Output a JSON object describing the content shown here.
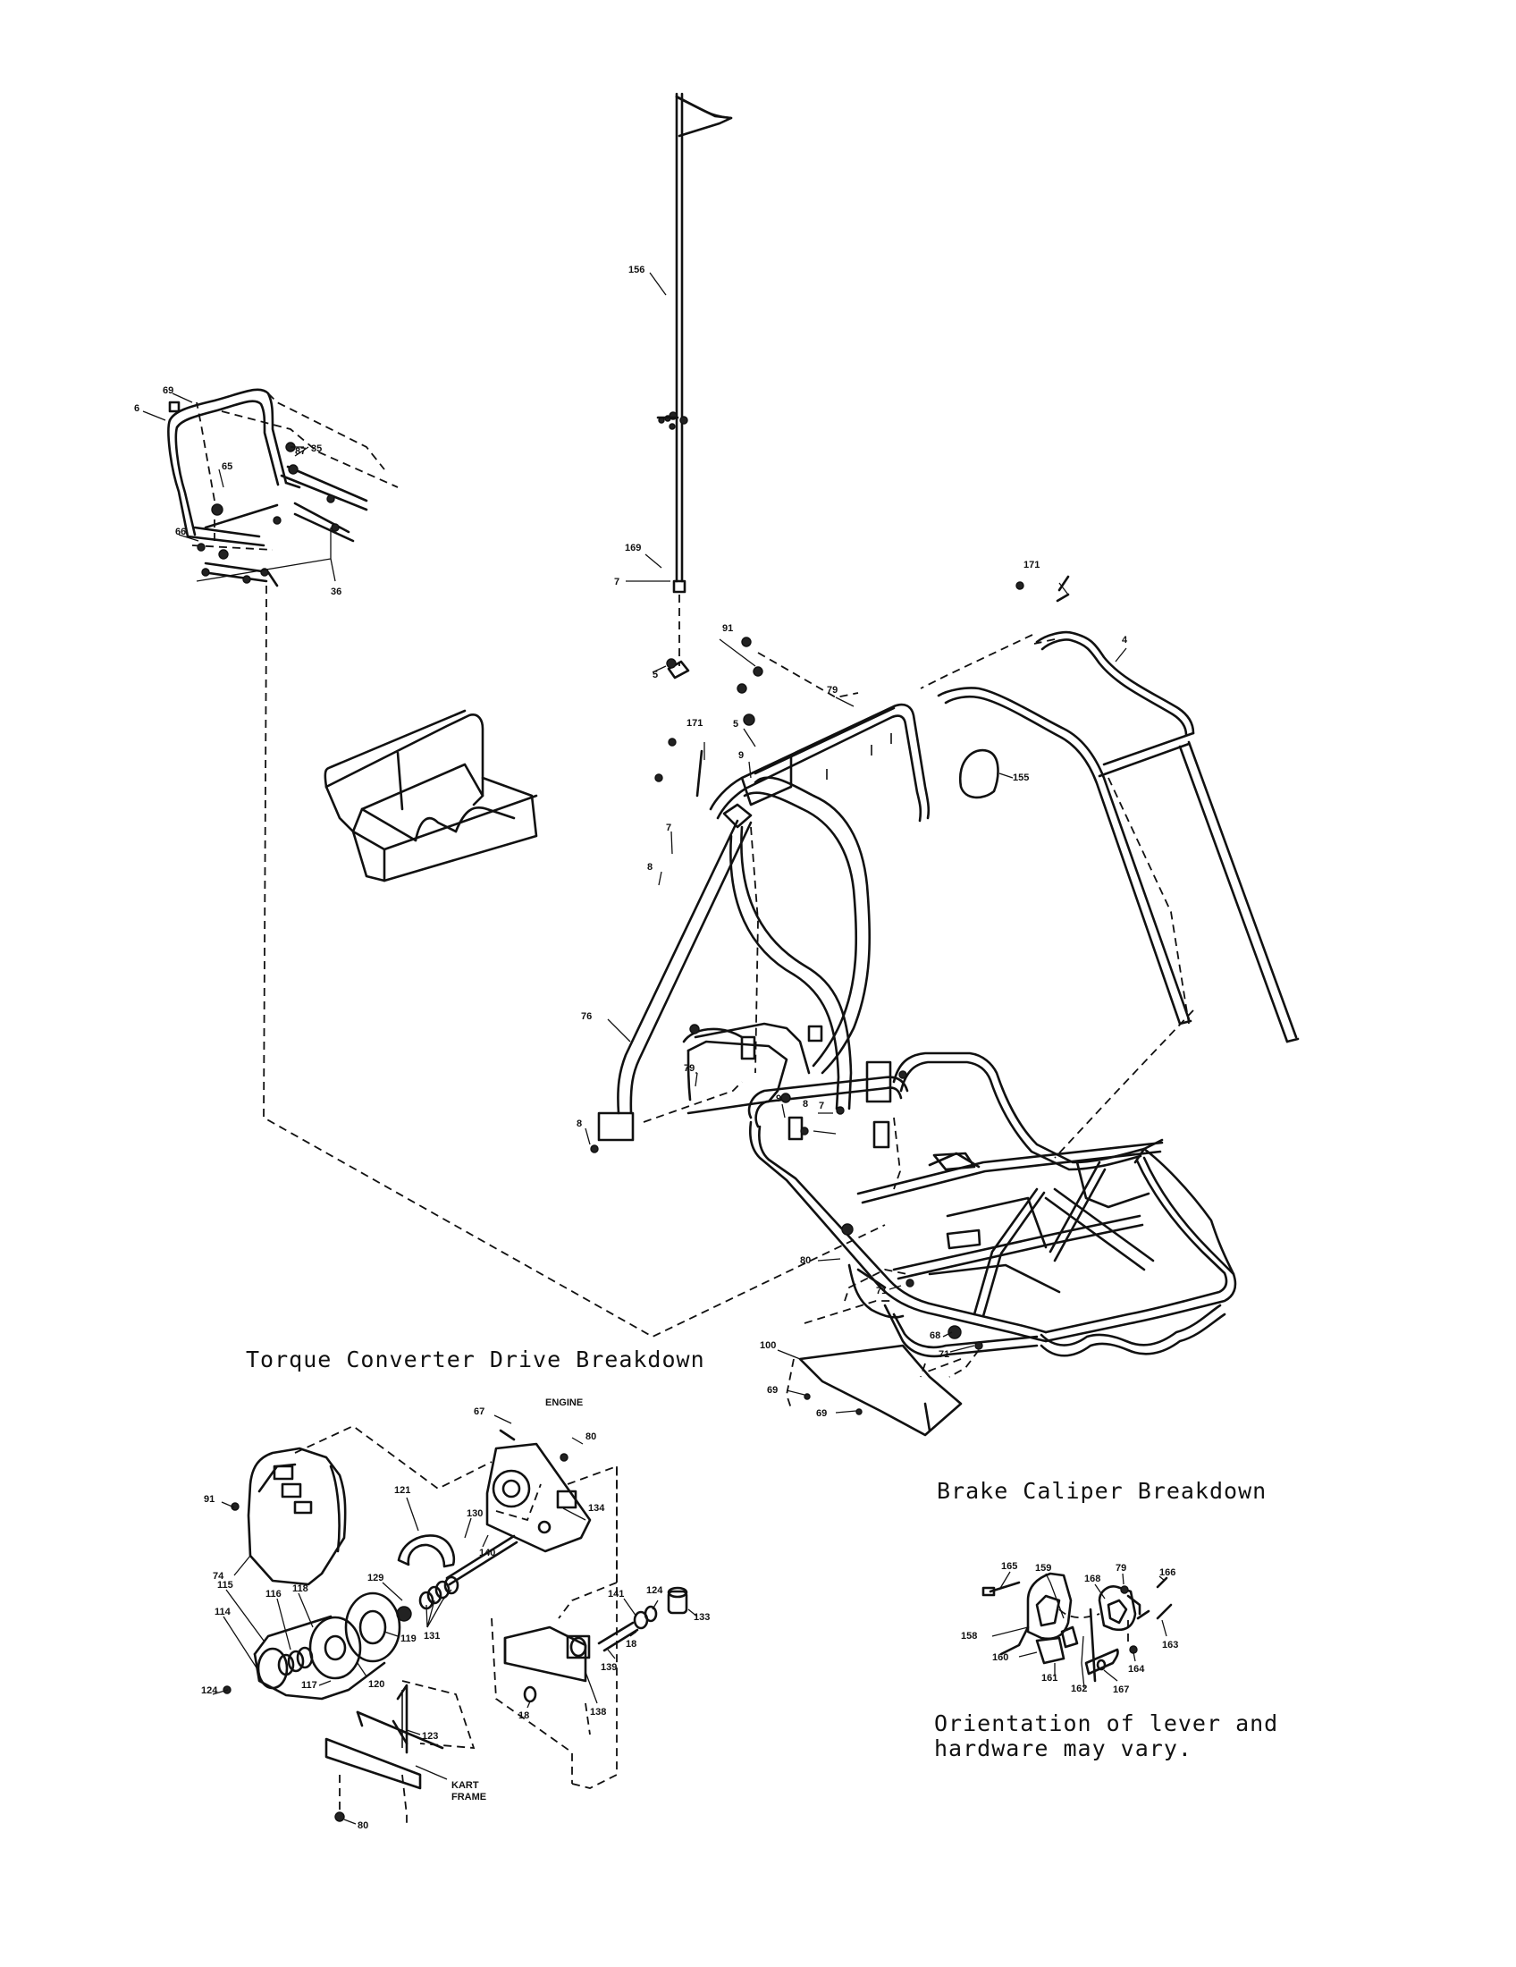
{
  "captions": {
    "torque": "Torque Converter Drive Breakdown",
    "brake": "Brake Caliper Breakdown",
    "note_line1": "Orientation of lever and",
    "note_line2": "hardware may vary."
  },
  "callouts": {
    "c156": "156",
    "c169": "169",
    "c7a": "7",
    "c5a": "5",
    "c171a": "171",
    "c91a": "91",
    "c4": "4",
    "c79a": "79",
    "c5b": "5",
    "c171b": "171",
    "c9a": "9",
    "c155": "155",
    "c7b": "7",
    "c8a": "8",
    "c69a": "69",
    "c6": "6",
    "c87": "87",
    "c35": "35",
    "c65": "65",
    "c66": "66",
    "c36": "36",
    "c76": "76",
    "c9b": "9",
    "c79b": "79",
    "c8b": "8",
    "c7c": "7",
    "c8c": "8",
    "c80a": "80",
    "c71a": "71",
    "c68": "68",
    "c71b": "71",
    "c100": "100",
    "c69b": "69",
    "c69c": "69",
    "c67": "67",
    "engine": "ENGINE",
    "c80b": "80",
    "c91b": "91",
    "c74": "74",
    "c121": "121",
    "c134": "134",
    "c130": "130",
    "c140": "140",
    "c129": "129",
    "c131": "131",
    "c118": "118",
    "c116": "116",
    "c115": "115",
    "c114": "114",
    "c119": "119",
    "c120": "120",
    "c117": "117",
    "c124a": "124",
    "c141": "141",
    "c124b": "124",
    "c133": "133",
    "c139": "139",
    "c18a": "18",
    "c18b": "18",
    "c138": "138",
    "c123": "123",
    "kart1": "KART",
    "kart2": "FRAME",
    "c80c": "80",
    "c165": "165",
    "c159": "159",
    "c168": "168",
    "c79c": "79",
    "c166": "166",
    "c158": "158",
    "c160": "160",
    "c161": "161",
    "c162": "162",
    "c167": "167",
    "c164": "164",
    "c163": "163"
  }
}
